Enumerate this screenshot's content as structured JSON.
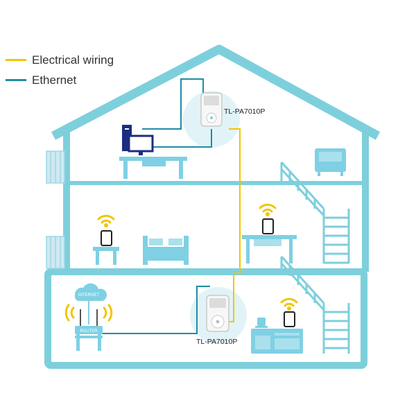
{
  "legend": [
    {
      "label": "Electrical wiring",
      "color": "#f2c500"
    },
    {
      "label": "Ethernet",
      "color": "#1f8ca8"
    }
  ],
  "devices": {
    "adapter_top": {
      "model": "TL-PA7010P"
    },
    "adapter_bottom": {
      "model": "TL-PA7010P"
    },
    "router": {
      "label": "INTERNET"
    },
    "router_brand": {
      "label": "ROUTER"
    }
  },
  "colors": {
    "house": "#7ecfdc",
    "furniture": "#7fd0e4",
    "furniture_dark": "#63bfd6",
    "electrical": "#f2c500",
    "ethernet": "#1f8ca8",
    "computer": "#1b2d80",
    "wifi": "#f2c500",
    "highlight_circle": "#e2f3f8"
  }
}
